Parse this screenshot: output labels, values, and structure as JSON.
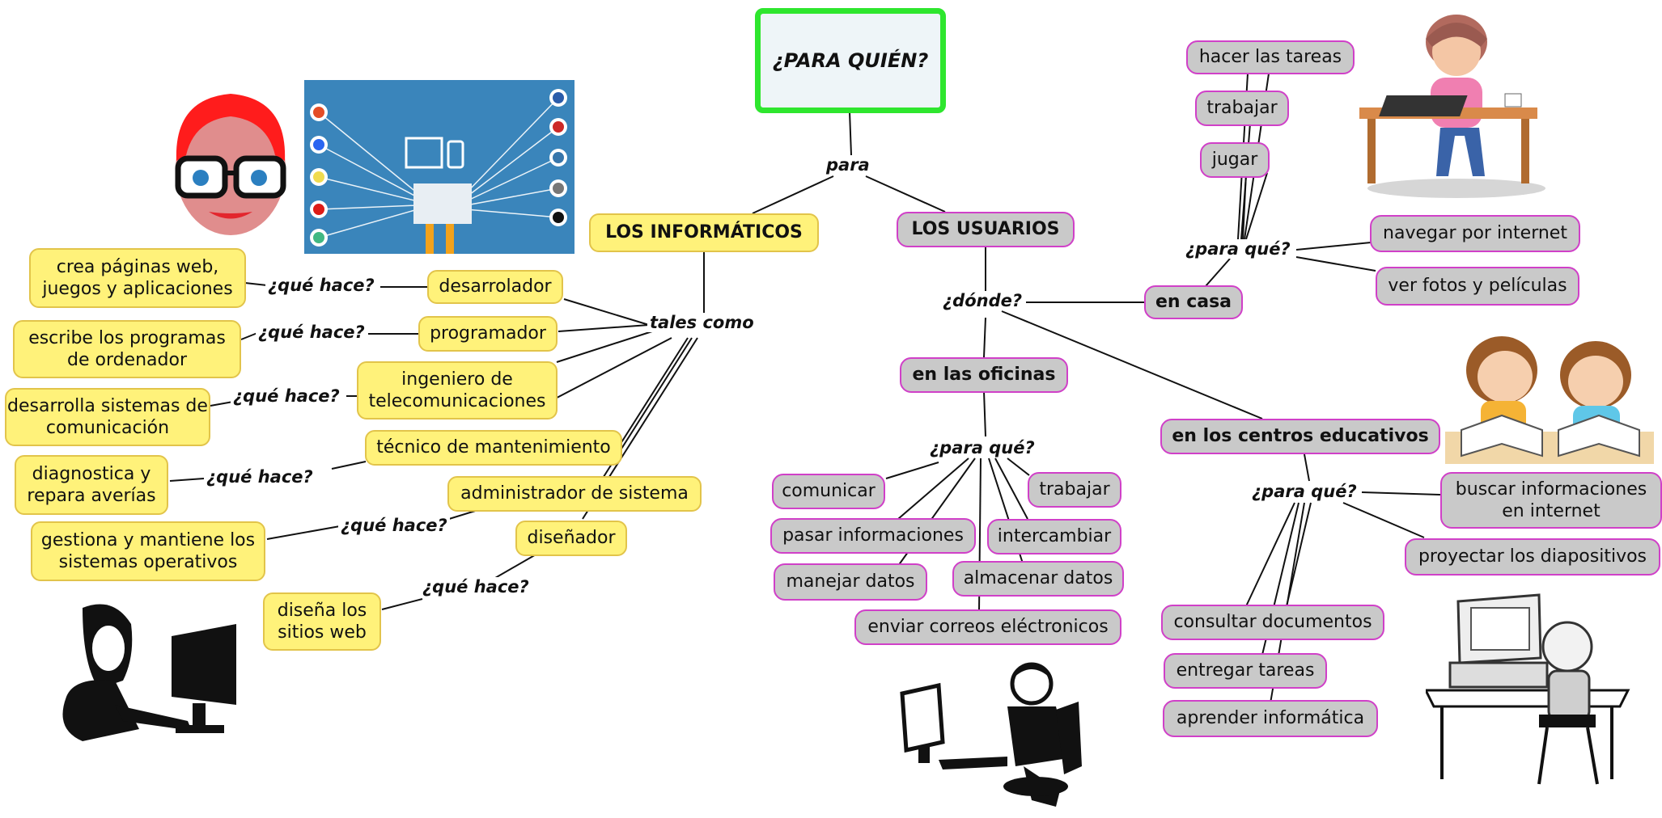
{
  "root": "¿PARA QUIÉN?",
  "links": {
    "para": "para",
    "tales_como": "tales como",
    "que_hace": "¿qué hace?",
    "donde": "¿dónde?",
    "para_que": "¿para qué?"
  },
  "informaticos": {
    "title": "LOS INFORMÁTICOS",
    "roles": [
      "desarrolador",
      "programador",
      "ingeniero de telecomunicaciones",
      "técnico de mantenimiento",
      "administrador de sistema",
      "diseñador"
    ],
    "tasks": [
      "crea páginas web, juegos y aplicaciones",
      "escribe los programas de ordenador",
      "desarrolla sistemas de comunicación",
      "diagnostica y repara averías",
      "gestiona y mantiene los sistemas operativos",
      "diseña los sitios web"
    ]
  },
  "usuarios": {
    "title": "LOS USUARIOS",
    "en_casa": {
      "label": "en casa",
      "uses": [
        "hacer las tareas",
        "trabajar",
        "jugar",
        "navegar por internet",
        "ver fotos y películas"
      ]
    },
    "oficinas": {
      "label": "en las oficinas",
      "uses": [
        "comunicar",
        "trabajar",
        "pasar informaciones",
        "intercambiar",
        "manejar datos",
        "almacenar datos",
        "enviar correos eléctronicos"
      ]
    },
    "centros": {
      "label": "en los centros educativos",
      "uses": [
        "buscar informaciones en internet",
        "proyectar los diapositivos",
        "consultar documentos",
        "entregar tareas",
        "aprender informática"
      ]
    }
  },
  "colors": {
    "informatico_fill": "#fff27a",
    "usuario_fill": "#c9c9c9",
    "usuario_border": "#d040c8",
    "root_border": "#2ee62e"
  },
  "icons": [
    "developer-face-illustration",
    "web-technologies-illustration",
    "woman-at-computer-illustration",
    "girl-at-desk-illustration",
    "children-reading-illustration",
    "man-at-computer-illustration",
    "child-at-computer-illustration"
  ]
}
